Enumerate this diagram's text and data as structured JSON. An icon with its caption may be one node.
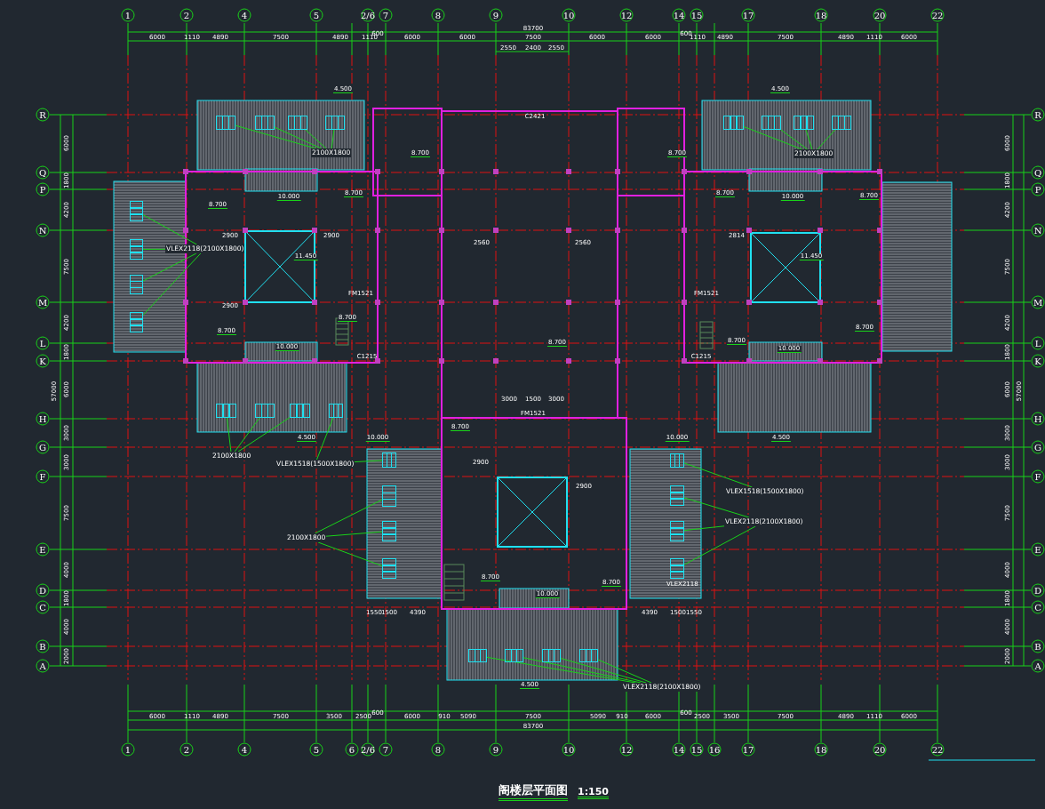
{
  "diagram": {
    "title": "阁楼层平面图",
    "nodes": [
      {
        "text": [
          "VLEX2118(2100X1800)"
        ]
      },
      {
        "text": [],
        "shape": "box"
      },
      {
        "text": [],
        "shape": "box"
      },
      {
        "text": [],
        "shape": "box"
      },
      {
        "text": [],
        "shape": "box"
      },
      {
        "text": [
          "2100X1800"
        ]
      },
      {
        "text": [],
        "shape": "box"
      },
      {
        "text": [],
        "shape": "box"
      },
      {
        "text": [],
        "shape": "box"
      },
      {
        "text": [],
        "shape": "box"
      },
      {
        "text": [
          "2100X1800"
        ]
      },
      {
        "text": [],
        "shape": "box"
      },
      {
        "text": [],
        "shape": "box"
      },
      {
        "text": [],
        "shape": "box"
      },
      {
        "text": [],
        "shape": "box"
      },
      {
        "text": [
          "VLEX1518(1500X1800)"
        ]
      },
      {
        "text": [],
        "shape": "box"
      },
      {
        "text": [
          "VLEX2118(2100X1800)"
        ]
      },
      {
        "text": [],
        "shape": "box"
      },
      {
        "text": [],
        "shape": "box"
      },
      {
        "text": [],
        "shape": "box",
        "beside": [
          "VLEX2118"
        ]
      },
      {
        "text": [
          "VLEX2118(2100X1800)"
        ]
      },
      {
        "text": [],
        "shape": "box"
      },
      {
        "text": [],
        "shape": "box"
      },
      {
        "text": [],
        "shape": "box"
      },
      {
        "text": [],
        "shape": "box"
      },
      {
        "text": [
          "VLEX1518(1500X1800)"
        ]
      },
      {
        "text": [],
        "shape": "box"
      },
      {
        "text": [
          "2100X1800"
        ]
      },
      {
        "text": [],
        "shape": "box"
      },
      {
        "text": [],
        "shape": "box"
      },
      {
        "text": [],
        "shape": "box"
      },
      {
        "text": [],
        "shape": "box"
      },
      {
        "text": [
          "2100X1800"
        ]
      },
      {
        "text": [],
        "shape": "box"
      },
      {
        "text": [],
        "shape": "box"
      },
      {
        "text": [],
        "shape": "box"
      }
    ],
    "edges": [
      {
        "from": 0,
        "to": 1,
        "arrow": "none"
      },
      {
        "from": 0,
        "to": 2,
        "arrow": "none"
      },
      {
        "from": 0,
        "to": 3,
        "arrow": "none"
      },
      {
        "from": 0,
        "to": 4,
        "arrow": "none"
      },
      {
        "from": 5,
        "to": 6,
        "arrow": "none"
      },
      {
        "from": 5,
        "to": 7,
        "arrow": "none"
      },
      {
        "from": 5,
        "to": 8,
        "arrow": "none"
      },
      {
        "from": 5,
        "to": 9,
        "arrow": "none"
      },
      {
        "from": 10,
        "to": 11,
        "arrow": "none"
      },
      {
        "from": 10,
        "to": 12,
        "arrow": "none"
      },
      {
        "from": 10,
        "to": 13,
        "arrow": "none"
      },
      {
        "from": 10,
        "to": 14,
        "arrow": "none"
      },
      {
        "from": 15,
        "to": 16,
        "arrow": "none"
      },
      {
        "from": 17,
        "to": 18,
        "arrow": "none"
      },
      {
        "from": 17,
        "to": 19,
        "arrow": "none"
      },
      {
        "from": 17,
        "to": 20,
        "arrow": "none"
      },
      {
        "from": 21,
        "to": 22,
        "arrow": "none"
      },
      {
        "from": 21,
        "to": 23,
        "arrow": "none"
      },
      {
        "from": 21,
        "to": 24,
        "arrow": "none"
      },
      {
        "from": 21,
        "to": 25,
        "arrow": "none"
      },
      {
        "from": 26,
        "to": 27,
        "arrow": "none"
      },
      {
        "from": 26,
        "to": 32,
        "arrow": "none"
      },
      {
        "from": 28,
        "to": 29,
        "arrow": "none"
      },
      {
        "from": 28,
        "to": 30,
        "arrow": "none"
      },
      {
        "from": 28,
        "to": 31,
        "arrow": "none"
      },
      {
        "from": 33,
        "to": 34,
        "arrow": "none"
      },
      {
        "from": 33,
        "to": 35,
        "arrow": "none"
      },
      {
        "from": 33,
        "to": 36,
        "arrow": "none"
      }
    ],
    "labels": [
      "1",
      "2",
      "4",
      "5",
      "2/6",
      "7",
      "8",
      "9",
      "10",
      "12",
      "14",
      "15",
      "17",
      "18",
      "20",
      "22",
      "83700",
      "6000",
      "1110",
      "4890",
      "7500",
      "4890",
      "1110",
      "600",
      "6000",
      "6000",
      "7500",
      "6000",
      "6000",
      "600",
      "1110",
      "4890",
      "7500",
      "4890",
      "1110",
      "6000",
      "2550",
      "2400",
      "2550",
      "R",
      "Q",
      "P",
      "N",
      "M",
      "L",
      "K",
      "H",
      "G",
      "F",
      "E",
      "D",
      "C",
      "B",
      "A",
      "R",
      "Q",
      "P",
      "N",
      "M",
      "L",
      "K",
      "H",
      "G",
      "F",
      "E",
      "D",
      "C",
      "B",
      "A",
      "6000",
      "1800",
      "4200",
      "7500",
      "4200",
      "1800",
      "6000",
      "3000",
      "3000",
      "7500",
      "4000",
      "1800",
      "4000",
      "2000",
      "57000",
      "6000",
      "1800",
      "4200",
      "7500",
      "4200",
      "1800",
      "6000",
      "3000",
      "3000",
      "7500",
      "4000",
      "1800",
      "4000",
      "2000",
      "57000",
      "4.500",
      "4.500",
      "C2421",
      "8.700",
      "8.700",
      "8.700",
      "10.000",
      "8.700",
      "8.700",
      "10.000",
      "8.700",
      "2900",
      "2900",
      "2814",
      "2560",
      "2560",
      "11.450",
      "11.450",
      "FM1521",
      "FM1521",
      "2900",
      "8.700",
      "8.700",
      "8.700",
      "8.700",
      "8.700",
      "10.000",
      "10.000",
      "C1215",
      "C1215",
      "3000",
      "1500",
      "3000",
      "FM1521",
      "4.500",
      "10.000",
      "10.000",
      "4.500",
      "8.700",
      "2900",
      "2900",
      "8.700",
      "8.700",
      "10.000",
      "1550",
      "1500",
      "4390",
      "4390",
      "1500",
      "1550",
      "4.500",
      "6000",
      "1110",
      "4890",
      "7500",
      "3500",
      "2500",
      "600",
      "6000",
      "910",
      "5090",
      "7500",
      "5090",
      "910",
      "6000",
      "600",
      "2500",
      "3500",
      "7500",
      "4890",
      "1110",
      "6000",
      "83700",
      "1",
      "2",
      "4",
      "5",
      "6",
      "2/6",
      "7",
      "8",
      "9",
      "10",
      "12",
      "14",
      "15",
      "16",
      "17",
      "18",
      "20",
      "22",
      "1:150"
    ]
  }
}
